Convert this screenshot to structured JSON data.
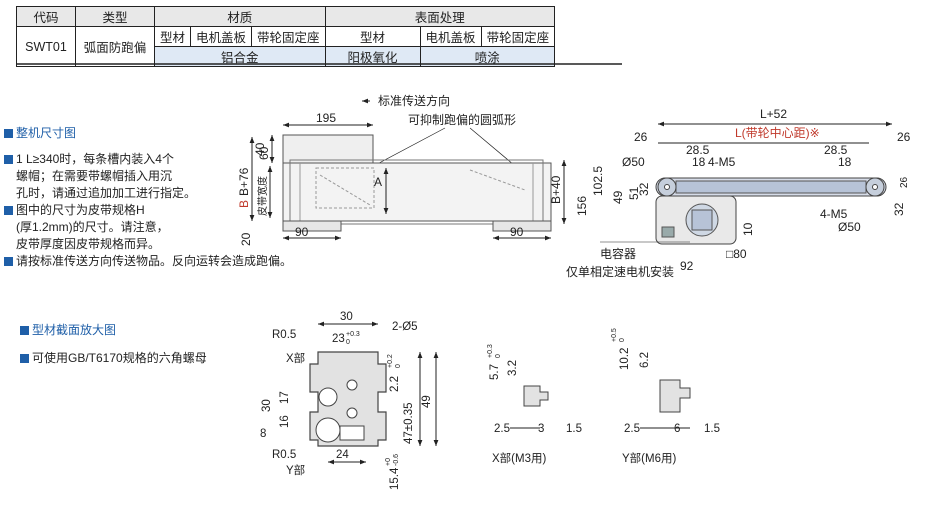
{
  "table": {
    "h_code": "代码",
    "h_type": "类型",
    "h_material": "材质",
    "h_surface": "表面处理",
    "sub1": "型材",
    "sub2": "电机盖板",
    "sub3": "带轮固定座",
    "sub4": "型材",
    "sub5": "电机盖板",
    "sub6": "带轮固定座",
    "code": "SWT01",
    "type": "弧面防跑偏",
    "mat_value": "铝合金",
    "surf1": "阳极氧化",
    "surf2": "喷涂"
  },
  "dims_section": {
    "title": "整机尺寸图",
    "n1_l1": "1 L≥340时，每条槽内装入4个",
    "n1_l2": "螺帽；在需要带螺帽插入用沉",
    "n1_l3": "孔时，请通过追加加工进行指定。",
    "n2_l1": "图中的尺寸为皮带规格H",
    "n2_l2": "(厚1.2mm)的尺寸。请注意，",
    "n2_l3": "皮带厚度因皮带规格而异。",
    "n3": "请按标准传送方向传送物品。反向运转会造成跑偏。"
  },
  "profile_section": {
    "title": "型材截面放大图",
    "note": "可使用GB/T6170规格的六角螺母"
  },
  "front": {
    "direction": "标准传送方向",
    "arc": "可抑制跑偏的圆弧形",
    "d195": "195",
    "d60": "60",
    "d40": "40",
    "b76": "B+76",
    "b": "B",
    "belt_width": "皮带宽度",
    "a": "A",
    "b40": "B+40",
    "d20": "20",
    "d90a": "90",
    "d90b": "90"
  },
  "side": {
    "l52": "L+52",
    "l_center": "L(带轮中心距)",
    "mark": "※",
    "d26a": "26",
    "d26b": "26",
    "d26c": "26",
    "d28a": "28.5",
    "d28b": "28.5",
    "d18a": "18",
    "d18b": "18",
    "m5a": "4-M5",
    "m5b": "4-M5",
    "phi50a": "Ø50",
    "phi50b": "Ø50",
    "d51": "51",
    "d49": "49",
    "d32a": "32",
    "d32b": "32",
    "d102": "102.5",
    "d156": "156",
    "d10": "10",
    "d92": "92",
    "sq80": "□80",
    "capacitor": "电容器",
    "note": "仅单相定速电机安装"
  },
  "section": {
    "d30": "30",
    "d2o5": "2-Ø5",
    "r05a": "R0.5",
    "d23": "23",
    "d23tol": "+0.3",
    "d23tol2": "0",
    "x_part": "X部",
    "d22": "2.2",
    "d22tol": "+0.2",
    "d22tol2": "0",
    "d30v": "30",
    "d17": "17",
    "d16": "16",
    "d8": "8",
    "d24": "24",
    "r05b": "R0.5",
    "y_part": "Y部",
    "d47": "47±0.35",
    "d49": "49",
    "d154": "15.4",
    "d154tol": "+0",
    "d154tol2": "-0.6"
  },
  "detail_x": {
    "d57": "5.7",
    "d57tol": "+0.3",
    "d57tol2": "0",
    "d32": "3.2",
    "d25": "2.5",
    "d3": "3",
    "d15": "1.5",
    "label": "X部(M3用)"
  },
  "detail_y": {
    "d102": "10.2",
    "d102tol": "+0.5",
    "d102tol2": "0",
    "d62": "6.2",
    "d25": "2.5",
    "d6": "6",
    "d15": "1.5",
    "label": "Y部(M6用)"
  }
}
